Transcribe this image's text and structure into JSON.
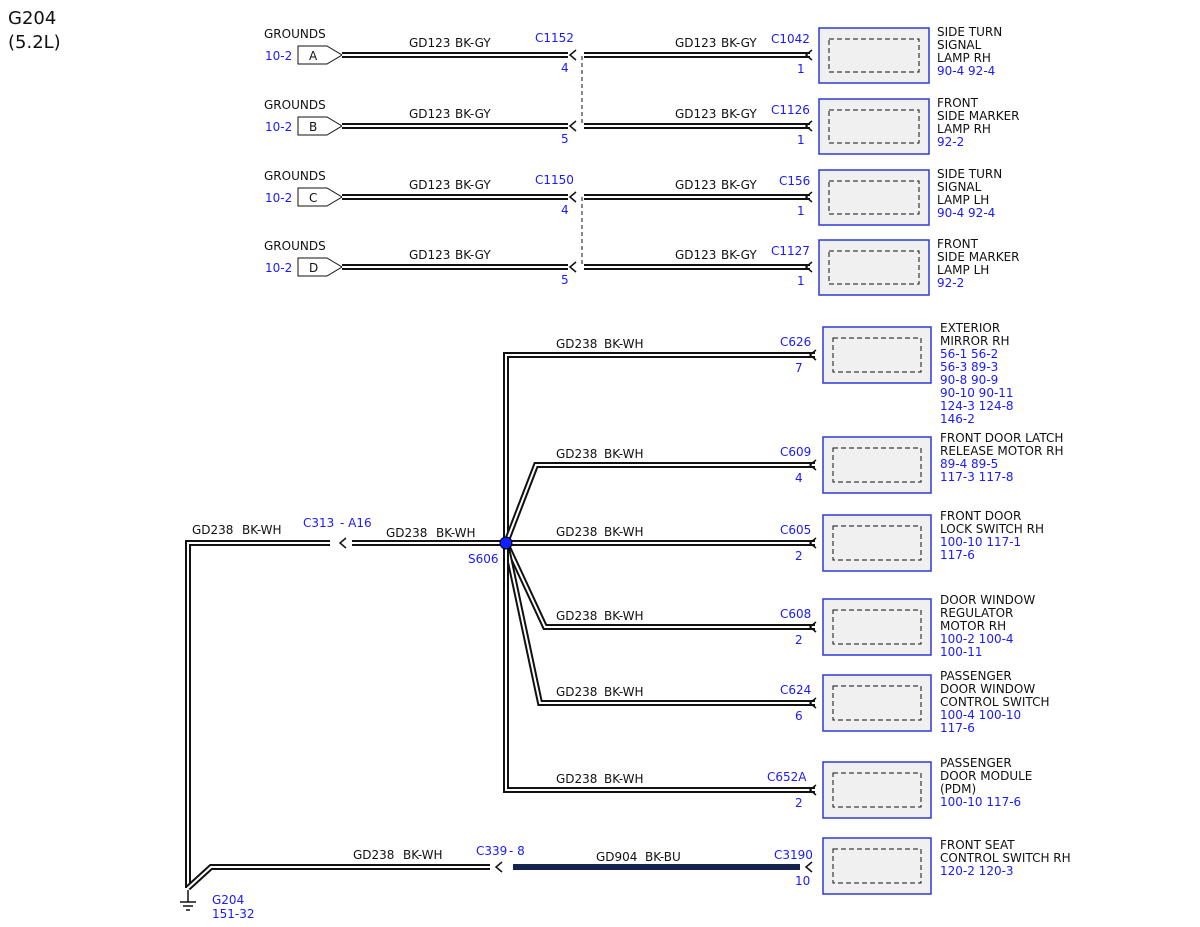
{
  "title": {
    "line1": "G204",
    "line2": "(5.2L)"
  },
  "colors": {
    "wire_outline": "#111111",
    "wire_fill": "#ffffff",
    "ref_blue": "#1a1aff",
    "component_border": "#2b3bd6",
    "component_fill": "#f0f0f0",
    "splice_blue": "#1020ff",
    "bk_bu_wire": "#14224e"
  },
  "ground_inputs": [
    {
      "label": "GROUNDS",
      "ref": "10-2",
      "letter": "A",
      "circuit": "GD123",
      "color_code": "BK-GY",
      "connector": "C1152",
      "pin": "4",
      "far_circuit": "GD123",
      "far_color": "BK-GY",
      "comp_connector": "C1042",
      "comp_pin": "1",
      "component": [
        "SIDE TURN",
        "SIGNAL",
        "LAMP RH"
      ],
      "refs": [
        "90-4",
        "92-4"
      ]
    },
    {
      "label": "GROUNDS",
      "ref": "10-2",
      "letter": "B",
      "circuit": "GD123",
      "color_code": "BK-GY",
      "connector": "",
      "pin": "5",
      "far_circuit": "GD123",
      "far_color": "BK-GY",
      "comp_connector": "C1126",
      "comp_pin": "1",
      "component": [
        "FRONT",
        "SIDE MARKER",
        "LAMP RH"
      ],
      "refs": [
        "92-2"
      ]
    },
    {
      "label": "GROUNDS",
      "ref": "10-2",
      "letter": "C",
      "circuit": "GD123",
      "color_code": "BK-GY",
      "connector": "C1150",
      "pin": "4",
      "far_circuit": "GD123",
      "far_color": "BK-GY",
      "comp_connector": "C156",
      "comp_pin": "1",
      "component": [
        "SIDE TURN",
        "SIGNAL",
        "LAMP LH"
      ],
      "refs": [
        "90-4",
        "92-4"
      ]
    },
    {
      "label": "GROUNDS",
      "ref": "10-2",
      "letter": "D",
      "circuit": "GD123",
      "color_code": "BK-GY",
      "connector": "",
      "pin": "5",
      "far_circuit": "GD123",
      "far_color": "BK-GY",
      "comp_connector": "C1127",
      "comp_pin": "1",
      "component": [
        "FRONT",
        "SIDE MARKER",
        "LAMP LH"
      ],
      "refs": [
        "92-2"
      ]
    }
  ],
  "splice": {
    "name": "S606"
  },
  "inline_connector": {
    "name": "C313",
    "pin": "- A16"
  },
  "left_wire": {
    "circuit": "GD238",
    "color_code": "BK-WH"
  },
  "mid_wire": {
    "circuit": "GD238",
    "color_code": "BK-WH"
  },
  "branches": [
    {
      "circuit": "GD238",
      "color_code": "BK-WH",
      "connector": "C626",
      "pin": "7",
      "component": [
        "EXTERIOR",
        "MIRROR RH"
      ],
      "refs": [
        "56-1   56-2",
        "56-3   89-3",
        "90-8   90-9",
        "90-10  90-11",
        "124-3  124-8",
        "146-2"
      ]
    },
    {
      "circuit": "GD238",
      "color_code": "BK-WH",
      "connector": "C609",
      "pin": "4",
      "component": [
        "FRONT DOOR LATCH",
        "RELEASE MOTOR RH"
      ],
      "refs": [
        "89-4   89-5",
        "117-3  117-8"
      ]
    },
    {
      "circuit": "GD238",
      "color_code": "BK-WH",
      "connector": "C605",
      "pin": "2",
      "component": [
        "FRONT DOOR",
        "LOCK SWITCH RH"
      ],
      "refs": [
        "100-10   117-1",
        "117-6"
      ]
    },
    {
      "circuit": "GD238",
      "color_code": "BK-WH",
      "connector": "C608",
      "pin": "2",
      "component": [
        "DOOR WINDOW",
        "REGULATOR",
        "MOTOR RH"
      ],
      "refs": [
        "100-2  100-4",
        "100-11"
      ]
    },
    {
      "circuit": "GD238",
      "color_code": "BK-WH",
      "connector": "C624",
      "pin": "6",
      "component": [
        "PASSENGER",
        "DOOR WINDOW",
        "CONTROL SWITCH"
      ],
      "refs": [
        "100-4    100-10",
        "117-6"
      ]
    },
    {
      "circuit": "GD238",
      "color_code": "BK-WH",
      "connector": "C652A",
      "pin": "2",
      "component": [
        "PASSENGER",
        "DOOR MODULE",
        "(PDM)"
      ],
      "refs": [
        "100-10    117-6"
      ]
    }
  ],
  "bottom": {
    "circuit": "GD238",
    "color_code": "BK-WH",
    "inline": "C339",
    "inline_pin": "-  8",
    "far_circuit": "GD904",
    "far_color": "BK-BU",
    "comp_connector": "C3190",
    "comp_pin": "10",
    "component": [
      "FRONT SEAT",
      "CONTROL SWITCH RH"
    ],
    "refs": [
      "120-2  120-3"
    ]
  },
  "ground_point": {
    "name": "G204",
    "ref": "151-32"
  }
}
